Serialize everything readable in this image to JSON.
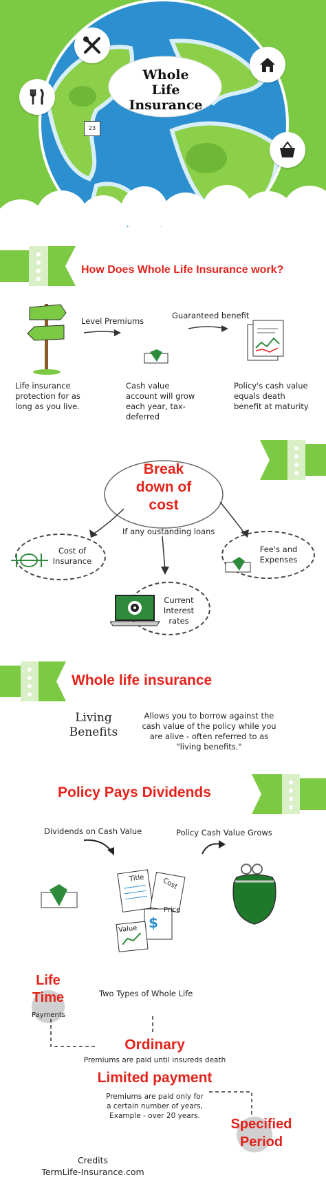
{
  "hero": {
    "title_lines": [
      "Whole",
      "Life",
      "Insurance"
    ],
    "icons": [
      "tools-icon",
      "home-icon",
      "fork-knife-icon",
      "calendar-icon",
      "basket-icon"
    ],
    "calendar_number": "23",
    "colors": {
      "green": "#7cc943",
      "ocean": "#2b8fd0",
      "land": "#8cd04a"
    }
  },
  "how_it_works": {
    "heading": "How Does Whole Life Insurance work?",
    "arrow1_label": "Level Premiums",
    "arrow2_label": "Guaranteed benefit",
    "items": [
      {
        "text": "Life insurance protection for as long as you live."
      },
      {
        "text": "Cash value account will grow each year, tax-deferred"
      },
      {
        "text": "Policy's cash value equals death benefit at maturity"
      }
    ]
  },
  "breakdown": {
    "title_lines": [
      "Break",
      "down of",
      "cost"
    ],
    "loans_label": "If any oustanding loans",
    "items": [
      {
        "text_lines": [
          "Cost of",
          "Insurance"
        ]
      },
      {
        "text_lines": [
          "Fee's and",
          "Expenses"
        ]
      },
      {
        "text_lines": [
          "Current",
          "Interest",
          "rates"
        ]
      }
    ]
  },
  "whole_life": {
    "heading": "Whole life insurance",
    "living_benefits_lines": [
      "Living",
      "Benefits"
    ],
    "description": "Allows you to borrow against the cash value of the policy while you are alive - often referred to as \"living benefits.\""
  },
  "dividends": {
    "heading": "Policy Pays Dividends",
    "label1": "Dividends on Cash Value",
    "label2": "Policy Cash Value Grows",
    "doc_words": [
      "Title",
      "Value",
      "Price",
      "Cost"
    ],
    "dollar_sign": "$"
  },
  "types": {
    "life_time_lines": [
      "Life",
      "Time"
    ],
    "payments_label": "Payments",
    "two_types_label": "Two Types of Whole Life",
    "ordinary_heading": "Ordinary",
    "ordinary_desc": "Premiums are paid until insureds death",
    "limited_heading": "Limited payment",
    "limited_desc_lines": [
      "Premiums are paid only for",
      "a certain number of years,",
      "Example - over 20 years."
    ],
    "specified_lines": [
      "Specified",
      "Period"
    ]
  },
  "credits": {
    "label": "Credits",
    "site": "TermLife-Insurance.com"
  }
}
